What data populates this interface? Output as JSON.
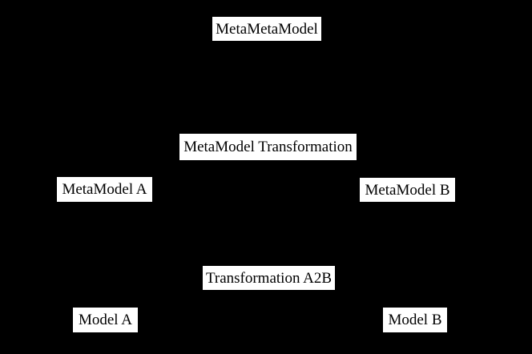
{
  "diagram": {
    "colors": {
      "background": "#000000",
      "node_fill": "#ffffff",
      "node_text": "#000000"
    },
    "nodes": {
      "metametamodel": {
        "label": "MetaMetaModel"
      },
      "metamodel_transformation": {
        "label": "MetaModel Transformation"
      },
      "metamodel_a": {
        "label": "MetaModel A"
      },
      "metamodel_b": {
        "label": "MetaModel B"
      },
      "transformation_a2b": {
        "label": "Transformation A2B"
      },
      "model_a": {
        "label": "Model A"
      },
      "model_b": {
        "label": "Model B"
      }
    }
  }
}
